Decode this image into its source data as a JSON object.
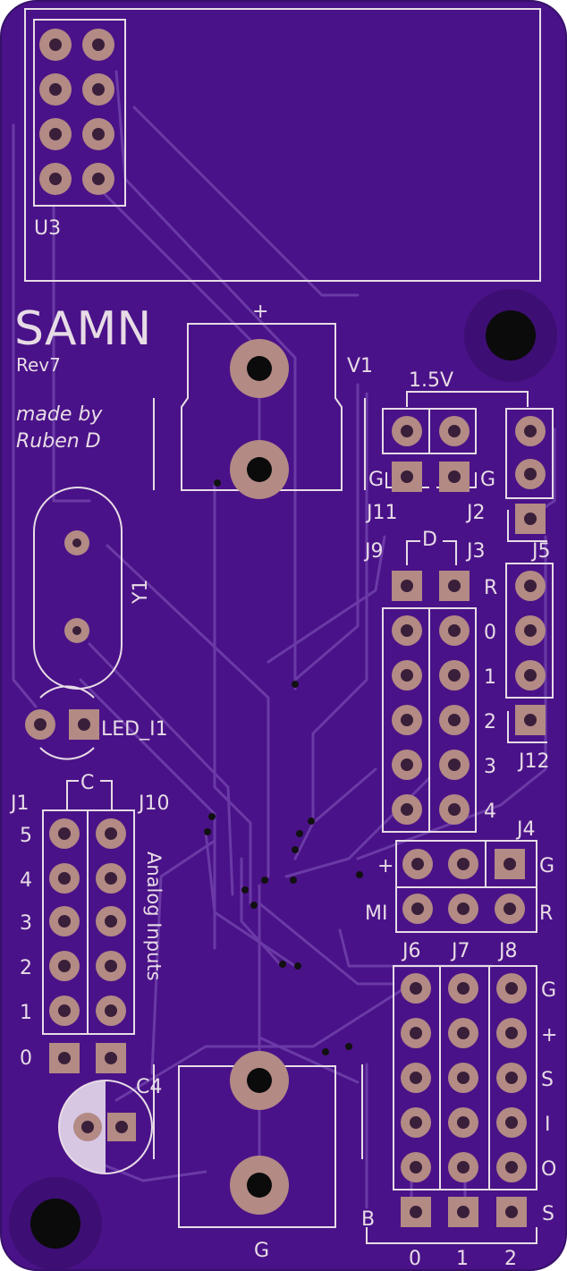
{
  "colors": {
    "board": "#4a1288",
    "board_edge": "#36106a",
    "trace": "#6a3aa6",
    "silk": "#e7dce6",
    "copper": "#b38a84",
    "drill": "#0b0b0b"
  },
  "board": {
    "title": "SAMN",
    "revision": "Rev7",
    "credit_line1": "made by",
    "credit_line2": "Ruben D"
  },
  "labels": {
    "u3": "U3",
    "v1": "V1",
    "plus_top": "+",
    "v15": "1.5V",
    "g_left": "G",
    "g_right": "G",
    "j11": "J11",
    "j2": "J2",
    "j9": "J9",
    "d": "D",
    "j3": "J3",
    "j5": "J5",
    "y1": "Y1",
    "r_top": "R",
    "row0": "0",
    "row1": "1",
    "row2": "2",
    "row3": "3",
    "row4": "4",
    "j12": "J12",
    "led": "LED_I1",
    "c": "C",
    "j1": "J1",
    "j10": "J10",
    "a5": "5",
    "a4": "4",
    "a3": "3",
    "a2": "2",
    "a1": "1",
    "a0": "0",
    "analog": "Analog Inputs",
    "j4": "J4",
    "plus_mid": "+",
    "g_mid": "G",
    "mi": "MI",
    "r_mid": "R",
    "j6": "J6",
    "j7": "J7",
    "j8": "J8",
    "s_g": "G",
    "s_plus": "+",
    "s_s": "S",
    "s_i": "I",
    "s_o": "O",
    "c4": "C4",
    "g_bottom": "G",
    "b": "B",
    "bottom_s": "S",
    "b0": "0",
    "b1": "1",
    "b2": "2"
  }
}
